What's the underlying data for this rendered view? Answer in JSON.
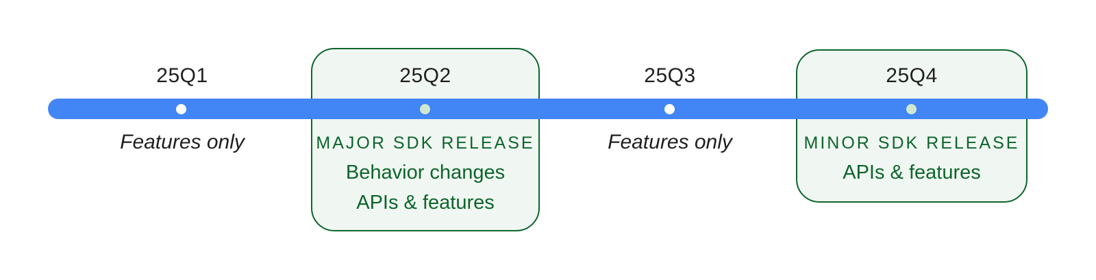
{
  "colors": {
    "timeline_blue": "#4285f4",
    "box_border_green": "#0d652d",
    "text_green": "#0d652d",
    "box_background": "#f0f6f1",
    "dot_in_box": "#d2e7d0",
    "dot_on_bar": "#ffffff",
    "label_black": "#1f1f1f"
  },
  "timeline": {
    "items": [
      {
        "quarter": "25Q1",
        "boxed": false,
        "detail": "Features only"
      },
      {
        "quarter": "25Q2",
        "boxed": true,
        "caption": "MAJOR SDK RELEASE",
        "line1": "Behavior changes",
        "line2": "APIs & features"
      },
      {
        "quarter": "25Q3",
        "boxed": false,
        "detail": "Features only"
      },
      {
        "quarter": "25Q4",
        "boxed": true,
        "caption": "MINOR SDK RELEASE",
        "line1": "APIs & features"
      }
    ]
  }
}
